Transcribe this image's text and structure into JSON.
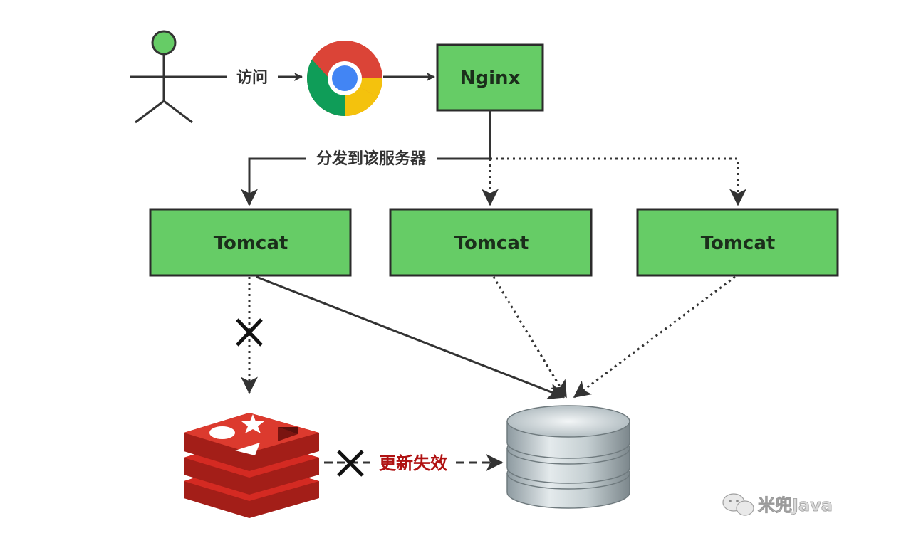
{
  "diagram": {
    "nodes": {
      "nginx": {
        "label": "Nginx"
      },
      "tomcats": [
        {
          "label": "Tomcat"
        },
        {
          "label": "Tomcat"
        },
        {
          "label": "Tomcat"
        }
      ]
    },
    "edges": {
      "visit_label": "访问",
      "dispatch_label": "分发到该服务器",
      "update_failed_label": "更新失效"
    },
    "watermark": "米兜Java"
  },
  "colors": {
    "node_fill": "#66cc66",
    "node_border": "#2b2b2b",
    "edge": "#333333",
    "redis": "#d42a22",
    "warning_text": "#b01212"
  }
}
